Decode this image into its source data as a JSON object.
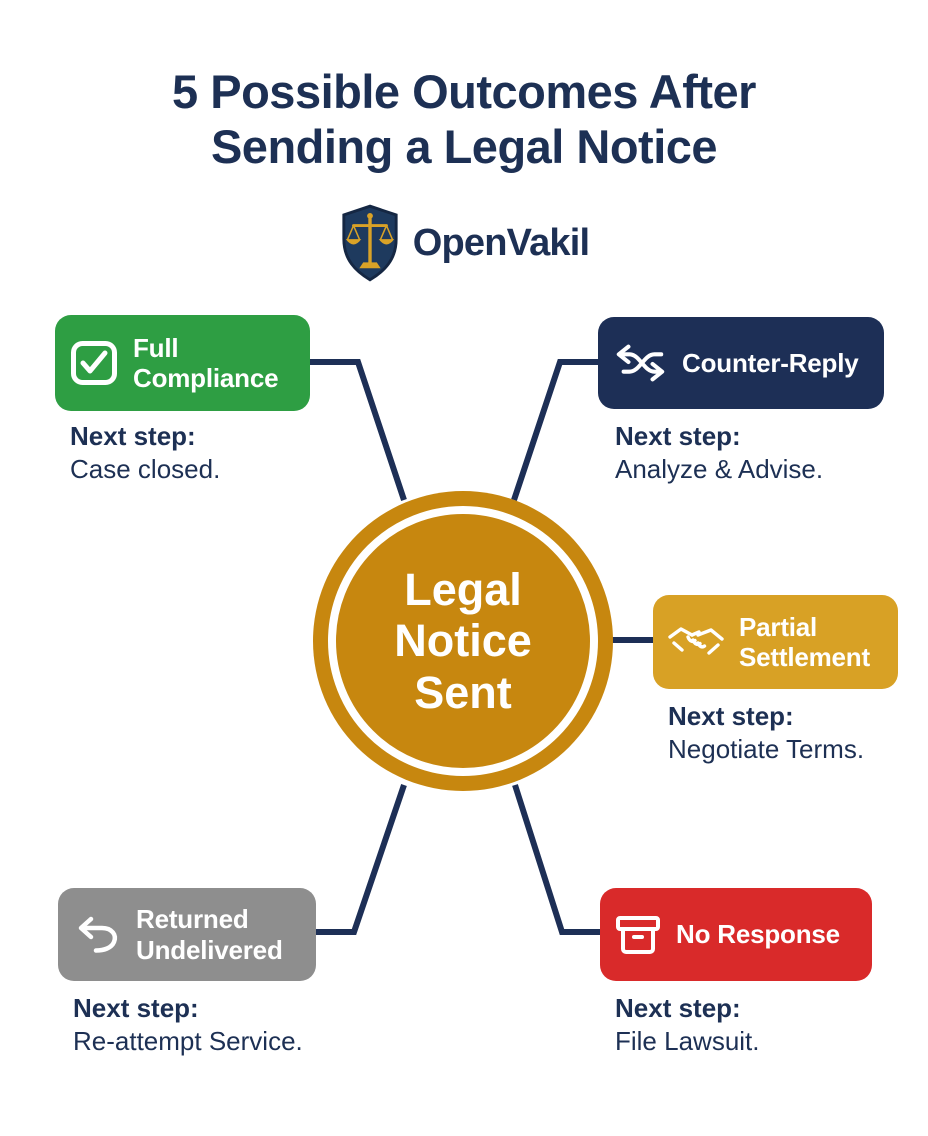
{
  "page": {
    "background": "#ffffff",
    "text_color": "#1d3054",
    "connector_color": "#1d2f56"
  },
  "title": {
    "line1": "5 Possible Outcomes After",
    "line2": "Sending a Legal Notice"
  },
  "brand": {
    "name": "OpenVakil",
    "name_part1": "Open",
    "name_part2": "Vakil",
    "logo_icon": "scales-of-justice-shield-icon",
    "shield_color": "#1e3a5e",
    "scales_gold": "#d9a227"
  },
  "center": {
    "label": "Legal Notice Sent",
    "lines": [
      "Legal",
      "Notice",
      "Sent"
    ],
    "color": "#c7870f"
  },
  "outcomes": [
    {
      "label": "Full Compliance",
      "lines": [
        "Full",
        "Compliance"
      ],
      "icon": "checkbox-check-icon",
      "color": "#2e9e43",
      "next_step_label": "Next step:",
      "next_step": "Case closed."
    },
    {
      "label": "Counter-Reply",
      "lines": [
        "Counter-Reply"
      ],
      "icon": "swap-arrows-icon",
      "color": "#1d2f56",
      "next_step_label": "Next step:",
      "next_step": "Analyze & Advise."
    },
    {
      "label": "Partial Settlement",
      "lines": [
        "Partial",
        "Settlement"
      ],
      "icon": "handshake-icon",
      "color": "#d8a125",
      "next_step_label": "Next step:",
      "next_step": "Negotiate Terms."
    },
    {
      "label": "Returned Undelivered",
      "lines": [
        "Returned",
        "Undelivered"
      ],
      "icon": "return-arrow-icon",
      "color": "#8e8e8e",
      "next_step_label": "Next step:",
      "next_step": "Re-attempt Service."
    },
    {
      "label": "No Response",
      "lines": [
        "No Response"
      ],
      "icon": "archive-box-icon",
      "color": "#d92a2a",
      "next_step_label": "Next step:",
      "next_step": "File Lawsuit."
    }
  ]
}
